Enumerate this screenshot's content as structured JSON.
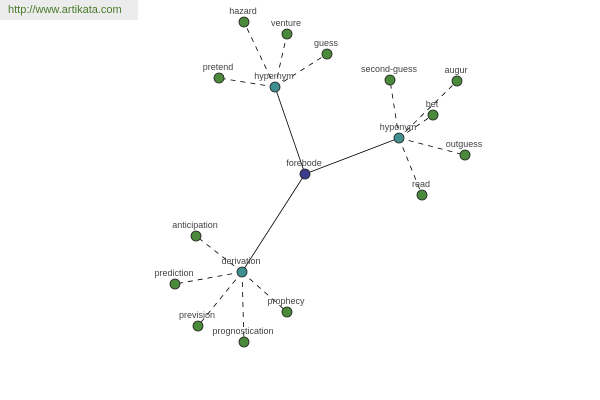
{
  "banner": {
    "url_text": "http://www.artikata.com"
  },
  "colors": {
    "root": "#3d3d8f",
    "relation": "#3f8f8f",
    "word": "#4a8a3a",
    "edge": "#000000"
  },
  "graph": {
    "root": "forebode",
    "relations": [
      {
        "name": "hypernym",
        "words": [
          "hazard",
          "venture",
          "guess",
          "pretend"
        ]
      },
      {
        "name": "hyponym",
        "words": [
          "second-guess",
          "augur",
          "bet",
          "outguess",
          "read"
        ]
      },
      {
        "name": "derivation",
        "words": [
          "anticipation",
          "prediction",
          "prevision",
          "prognostication",
          "prophecy"
        ]
      }
    ]
  }
}
